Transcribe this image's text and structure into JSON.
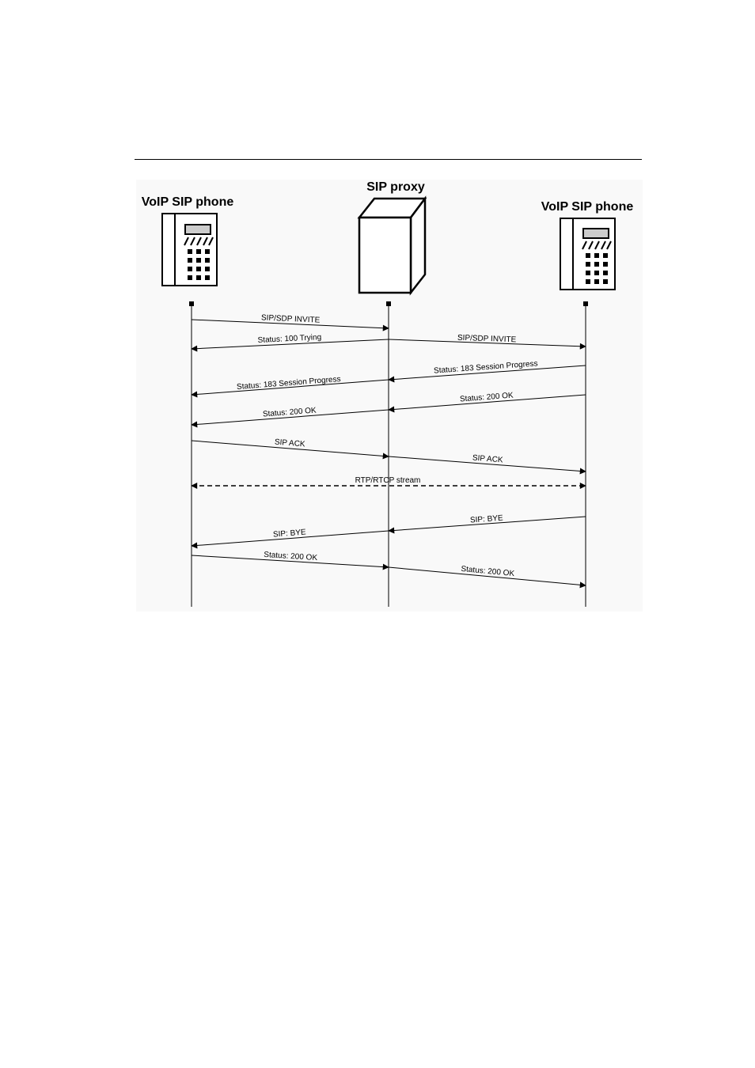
{
  "participants": {
    "left_phone": "VoIP SIP phone",
    "proxy": "SIP proxy",
    "right_phone": "VoIP SIP phone"
  },
  "messages": [
    {
      "label": "SIP/SDP INVITE",
      "from": "left_phone",
      "to": "proxy",
      "style": "solid"
    },
    {
      "label": "Status: 100 Trying",
      "from": "proxy",
      "to": "left_phone",
      "style": "solid"
    },
    {
      "label": "SIP/SDP INVITE",
      "from": "proxy",
      "to": "right_phone",
      "style": "solid"
    },
    {
      "label": "Status: 183 Session Progress",
      "from": "right_phone",
      "to": "proxy",
      "style": "solid"
    },
    {
      "label": "Status: 183 Session Progress",
      "from": "proxy",
      "to": "left_phone",
      "style": "solid"
    },
    {
      "label": "Status: 200 OK",
      "from": "right_phone",
      "to": "proxy",
      "style": "solid"
    },
    {
      "label": "Status: 200 OK",
      "from": "proxy",
      "to": "left_phone",
      "style": "solid"
    },
    {
      "label": "SIP ACK",
      "from": "left_phone",
      "to": "proxy",
      "style": "solid"
    },
    {
      "label": "SIP ACK",
      "from": "proxy",
      "to": "right_phone",
      "style": "solid"
    },
    {
      "label": "RTP/RTCP stream",
      "from": "left_phone",
      "to": "right_phone",
      "style": "dashed",
      "bidirectional": true
    },
    {
      "label": "SIP: BYE",
      "from": "right_phone",
      "to": "proxy",
      "style": "solid"
    },
    {
      "label": "SIP: BYE",
      "from": "proxy",
      "to": "left_phone",
      "style": "solid"
    },
    {
      "label": "Status: 200 OK",
      "from": "left_phone",
      "to": "proxy",
      "style": "solid"
    },
    {
      "label": "Status: 200 OK",
      "from": "proxy",
      "to": "right_phone",
      "style": "solid"
    }
  ]
}
